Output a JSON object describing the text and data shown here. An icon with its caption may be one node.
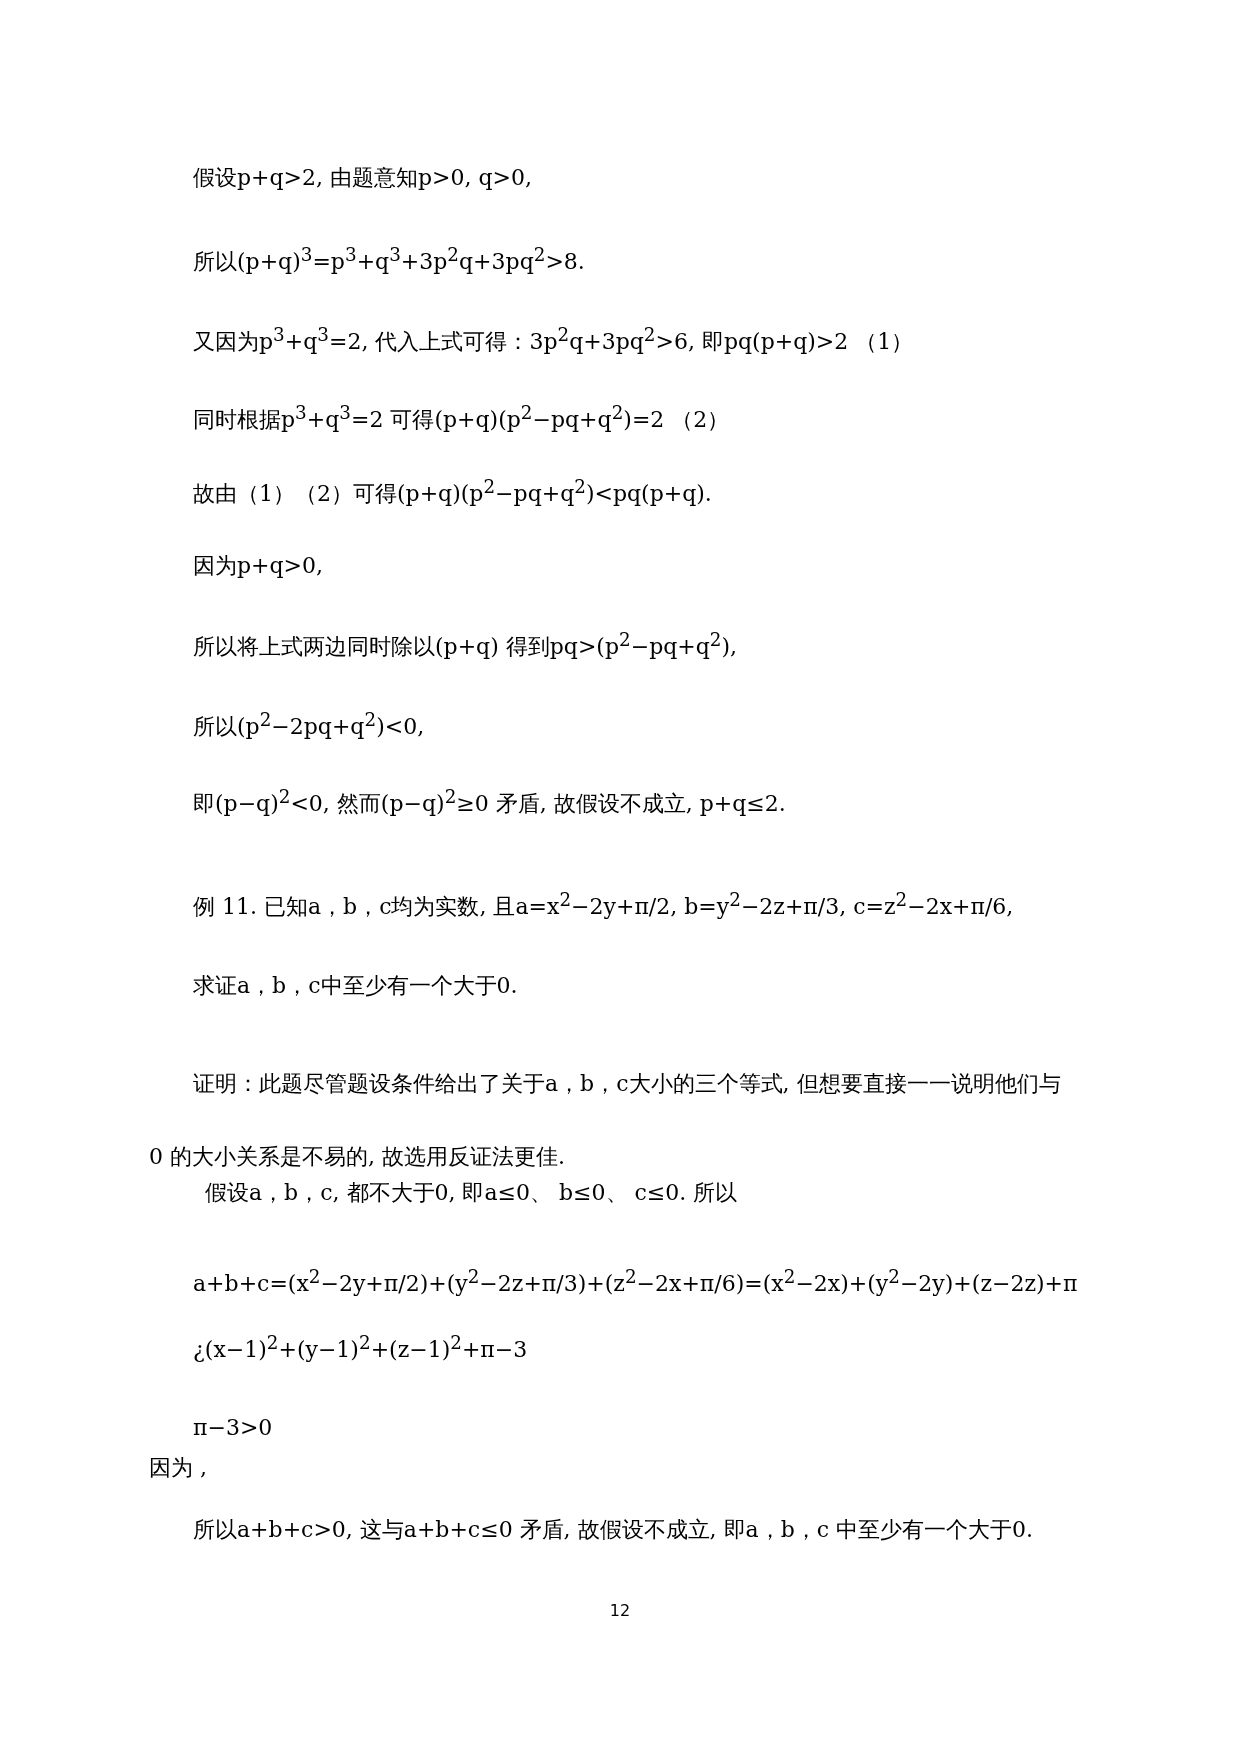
{
  "diagram": {
    "labels": [
      "假设p+q>2, 由题意知p>0, q>0,",
      "所以(p+q)$^{3}$=p$^{3}$+q$^{3}$+3p$^{2}$q+3pq$^{2}$>8.",
      "又因为p$^{3}$+q$^{3}$=2, 代入上式可得：3p$^{2}$q+3pq$^{2}$>6, 即pq(p+q)>2 （1）",
      "同时根据p$^{3}$+q$^{3}$=2 可得(p+q)(p$^{2}$−pq+q$^{2}$)=2 （2）",
      "故由（1）（2）可得(p+q)(p$^{2}$−pq+q$^{2}$)<pq(p+q).",
      "因为p+q>0,",
      "所以将上式两边同时除以(p+q) 得到pq>(p$^{2}$−pq+q$^{2}$),",
      "所以(p$^{2}$−2pq+q$^{2}$)<0,",
      "即(p−q)$^{2}$<0, 然而(p−q)$^{2}$≥0 矛盾, 故假设不成立, p+q≤2.",
      "例 11. 已知a，b，c均为实数, 且a=x$^{2}$−2y+π/2, b=y$^{2}$−2z+π/3, c=z$^{2}$−2x+π/6,",
      "求证a，b，c中至少有一个大于0.",
      "证明：此题尽管题设条件给出了关于a，b，c大小的三个等式, 但想要直接一一说明他们与 0 的大小关系是不易的, 故选用反证法更佳.",
      "假设a，b，c, 都不大于0, 即a≤0、 b≤0、 c≤0. 所以",
      "a+b+c=(x$^{2}$−2y+π/2)+(y$^{2}$−2z+π/3)+(z$^{2}$−2x+π/6)=(x$^{2}$−2x)+(y$^{2}$−2y)+(z−2z)+π",
      "¿(x−1)$^{2}$+(y−1)$^{2}$+(z−1)$^{2}$+π−3",
      "π−3>0",
      "因为 ,",
      "所以a+b+c>0, 这与a+b+c≤0 矛盾, 故假设不成立, 即a，b，c 中至少有一个大于0.",
      "12"
    ]
  }
}
